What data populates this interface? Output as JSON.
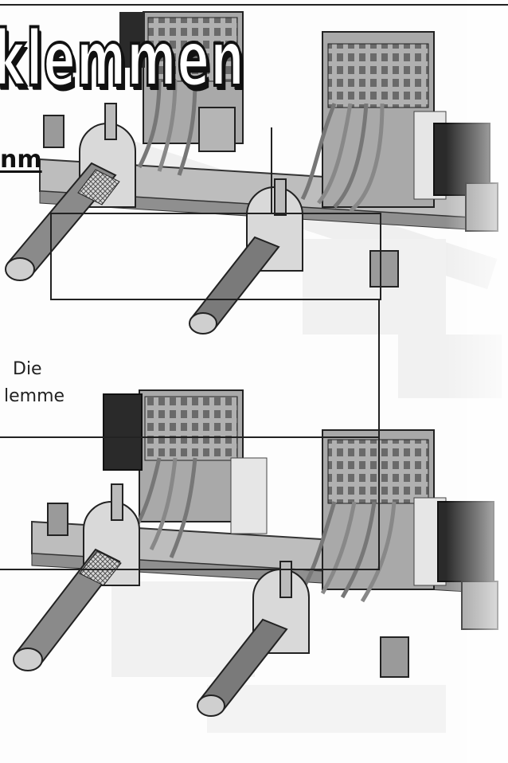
{
  "header": {
    "title_fragment": "klemmen",
    "subhead_fragment": "nm"
  },
  "body_text": {
    "line1": "Die",
    "line2": "lemme"
  },
  "illustration": {
    "subject": "terminal-block-assembly",
    "colors": {
      "ink": "#222222",
      "metal": "#b8b8b8",
      "terminal": "#a8a8a8",
      "dark_terminal": "#2a2a2a",
      "cable": "#8a8a8a"
    }
  }
}
